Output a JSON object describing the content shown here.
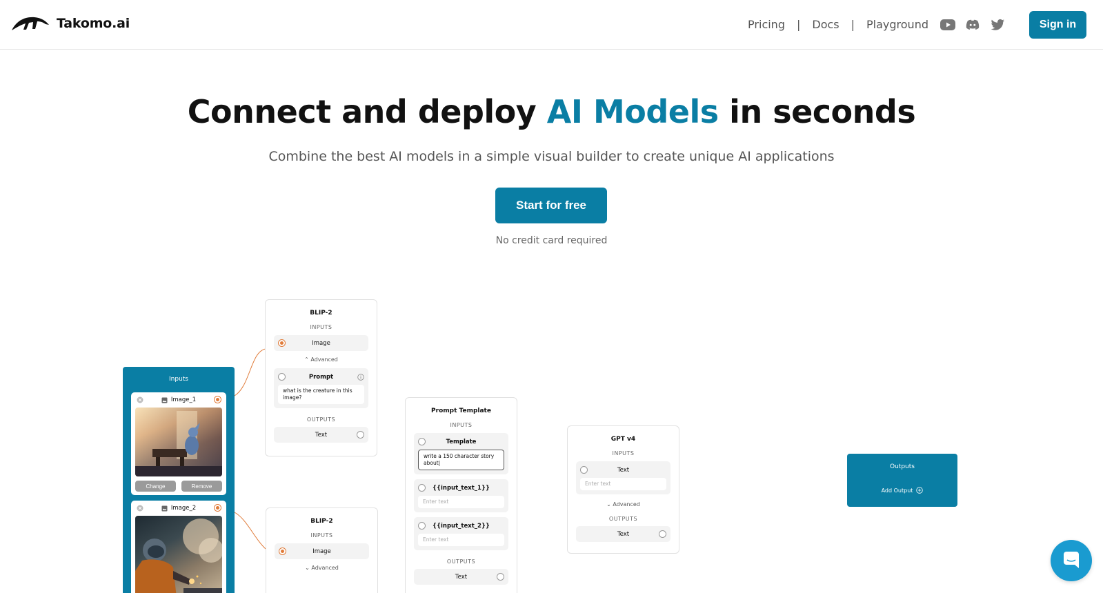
{
  "header": {
    "brand": "Takomo.ai",
    "nav": [
      "Pricing",
      "Docs",
      "Playground"
    ],
    "signin_label": "Sign in",
    "social_icons": [
      "youtube-icon",
      "discord-icon",
      "twitter-icon"
    ]
  },
  "hero": {
    "title_part1": "Connect and deploy ",
    "title_accent": "AI Models",
    "title_part2": " in seconds",
    "subtitle": "Combine the best AI models in a simple visual builder to create unique AI applications",
    "cta_label": "Start for free",
    "cta_note": "No credit card required"
  },
  "canvas": {
    "inputs_node": {
      "title": "Inputs",
      "cards": [
        {
          "name": "Image_1",
          "change": "Change",
          "remove": "Remove"
        },
        {
          "name": "Image_2"
        }
      ]
    },
    "blip_top": {
      "title": "BLIP-2",
      "inputs_label": "INPUTS",
      "image_port": "Image",
      "advanced": "Advanced",
      "prompt_label": "Prompt",
      "prompt_value": "what is the creature in this image?",
      "outputs_label": "OUTPUTS",
      "text_port": "Text"
    },
    "blip_bottom": {
      "title": "BLIP-2",
      "inputs_label": "INPUTS",
      "image_port": "Image",
      "advanced": "Advanced"
    },
    "prompt_template": {
      "title": "Prompt Template",
      "inputs_label": "INPUTS",
      "template_label": "Template",
      "template_value": "write a 150 character story about|",
      "input1_label": "{{input_text_1}}",
      "input1_placeholder": "Enter text",
      "input2_label": "{{input_text_2}}",
      "input2_placeholder": "Enter text",
      "outputs_label": "OUTPUTS",
      "text_port": "Text"
    },
    "gpt": {
      "title": "GPT v4",
      "inputs_label": "INPUTS",
      "text_label": "Text",
      "text_placeholder": "Enter text",
      "advanced": "Advanced",
      "outputs_label": "OUTPUTS",
      "text_port": "Text"
    },
    "outputs_node": {
      "title": "Outputs",
      "add_output": "Add Output"
    }
  },
  "colors": {
    "accent": "#0a7ea4",
    "port_active": "#e07b39",
    "chat_bubble": "#1a9bd0"
  }
}
